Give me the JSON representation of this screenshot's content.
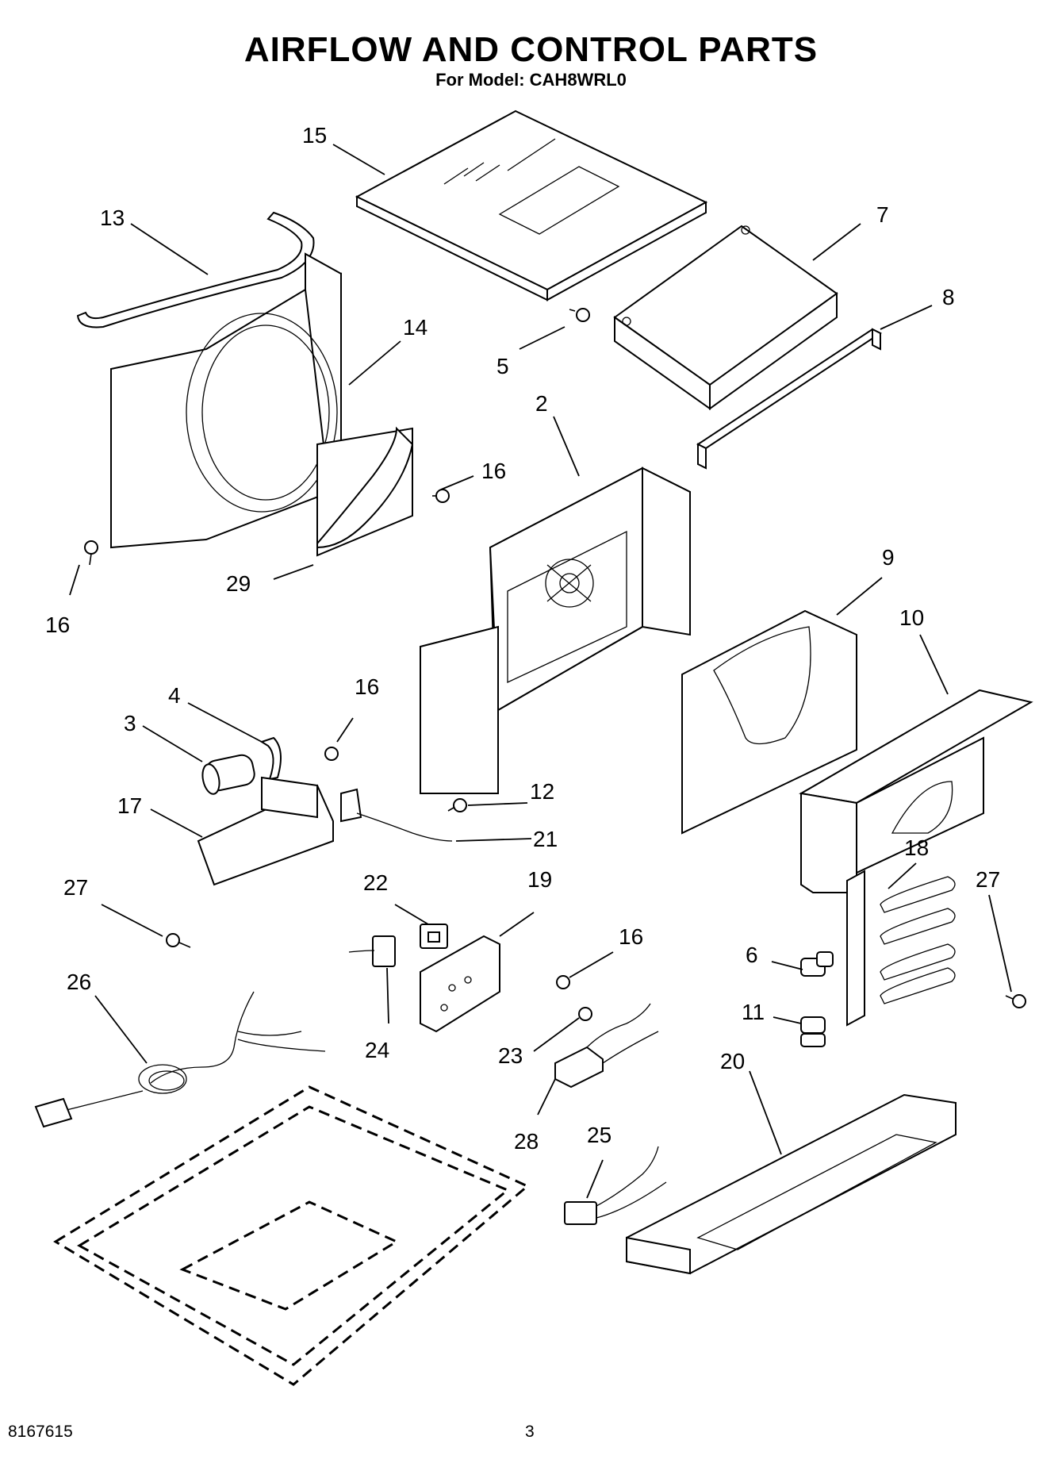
{
  "title": "AIRFLOW AND CONTROL PARTS",
  "subtitle": "For Model: CAH8WRL0",
  "footer": {
    "doc_number": "8167615",
    "page_number": "3"
  },
  "callouts": {
    "c15": "15",
    "c7": "7",
    "c8": "8",
    "c13": "13",
    "c14": "14",
    "c5": "5",
    "c2": "2",
    "c16a": "16",
    "c16b": "16",
    "c29": "29",
    "c9": "9",
    "c10": "10",
    "c4": "4",
    "c16c": "16",
    "c3": "3",
    "c12": "12",
    "c17": "17",
    "c21": "21",
    "c22": "22",
    "c19": "19",
    "c18": "18",
    "c27a": "27",
    "c27b": "27",
    "c16d": "16",
    "c6": "6",
    "c26": "26",
    "c24": "24",
    "c23": "23",
    "c11": "11",
    "c20": "20",
    "c28": "28",
    "c25": "25"
  }
}
